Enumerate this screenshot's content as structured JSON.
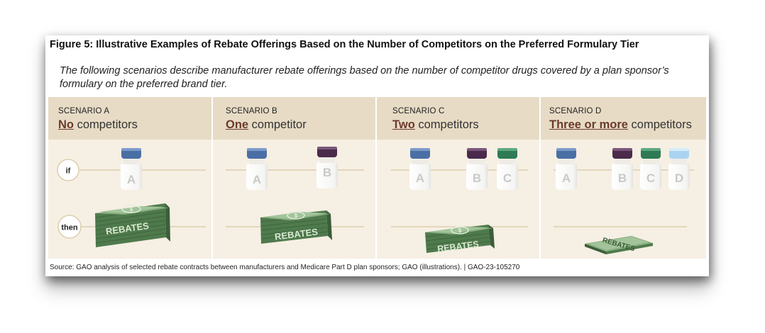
{
  "figure_title": "Figure 5: Illustrative Examples of Rebate Offerings Based on the Number of Competitors on the Preferred Formulary Tier",
  "intro": "The following scenarios describe manufacturer rebate offerings based on the number of competitor drugs covered by a plan sponsor’s formulary on the preferred brand tier.",
  "row_labels": {
    "if": "if",
    "then": "then"
  },
  "scenarios": [
    {
      "label": "SCENARIO A",
      "emphasis": "No",
      "rest": " competitors",
      "bottles": [
        "A"
      ],
      "rebate_text": "REBATES"
    },
    {
      "label": "SCENARIO B",
      "emphasis": "One",
      "rest": " competitor",
      "bottles": [
        "A",
        "B"
      ],
      "rebate_text": "REBATES"
    },
    {
      "label": "SCENARIO C",
      "emphasis": "Two",
      "rest": " competitors",
      "bottles": [
        "A",
        "B",
        "C"
      ],
      "rebate_text": "REBATES"
    },
    {
      "label": "SCENARIO D",
      "emphasis": "Three or more",
      "rest": " competitors",
      "bottles": [
        "A",
        "B",
        "C",
        "D"
      ],
      "rebate_text": "REBATES"
    }
  ],
  "source": "Source: GAO analysis of selected rebate contracts between manufacturers and Medicare Part D plan sponsors; GAO (illustrations).  |  GAO-23-105270",
  "colors": {
    "header_bg": "#e7dbc5",
    "panel_bg": "#f6efe3",
    "emphasis": "#6b3b2c",
    "cap_A": "#4a6fa5",
    "cap_B": "#4b2a4b",
    "cap_C": "#2e7a55",
    "cap_D": "#a9d3f1",
    "money": "#6f9c69"
  }
}
